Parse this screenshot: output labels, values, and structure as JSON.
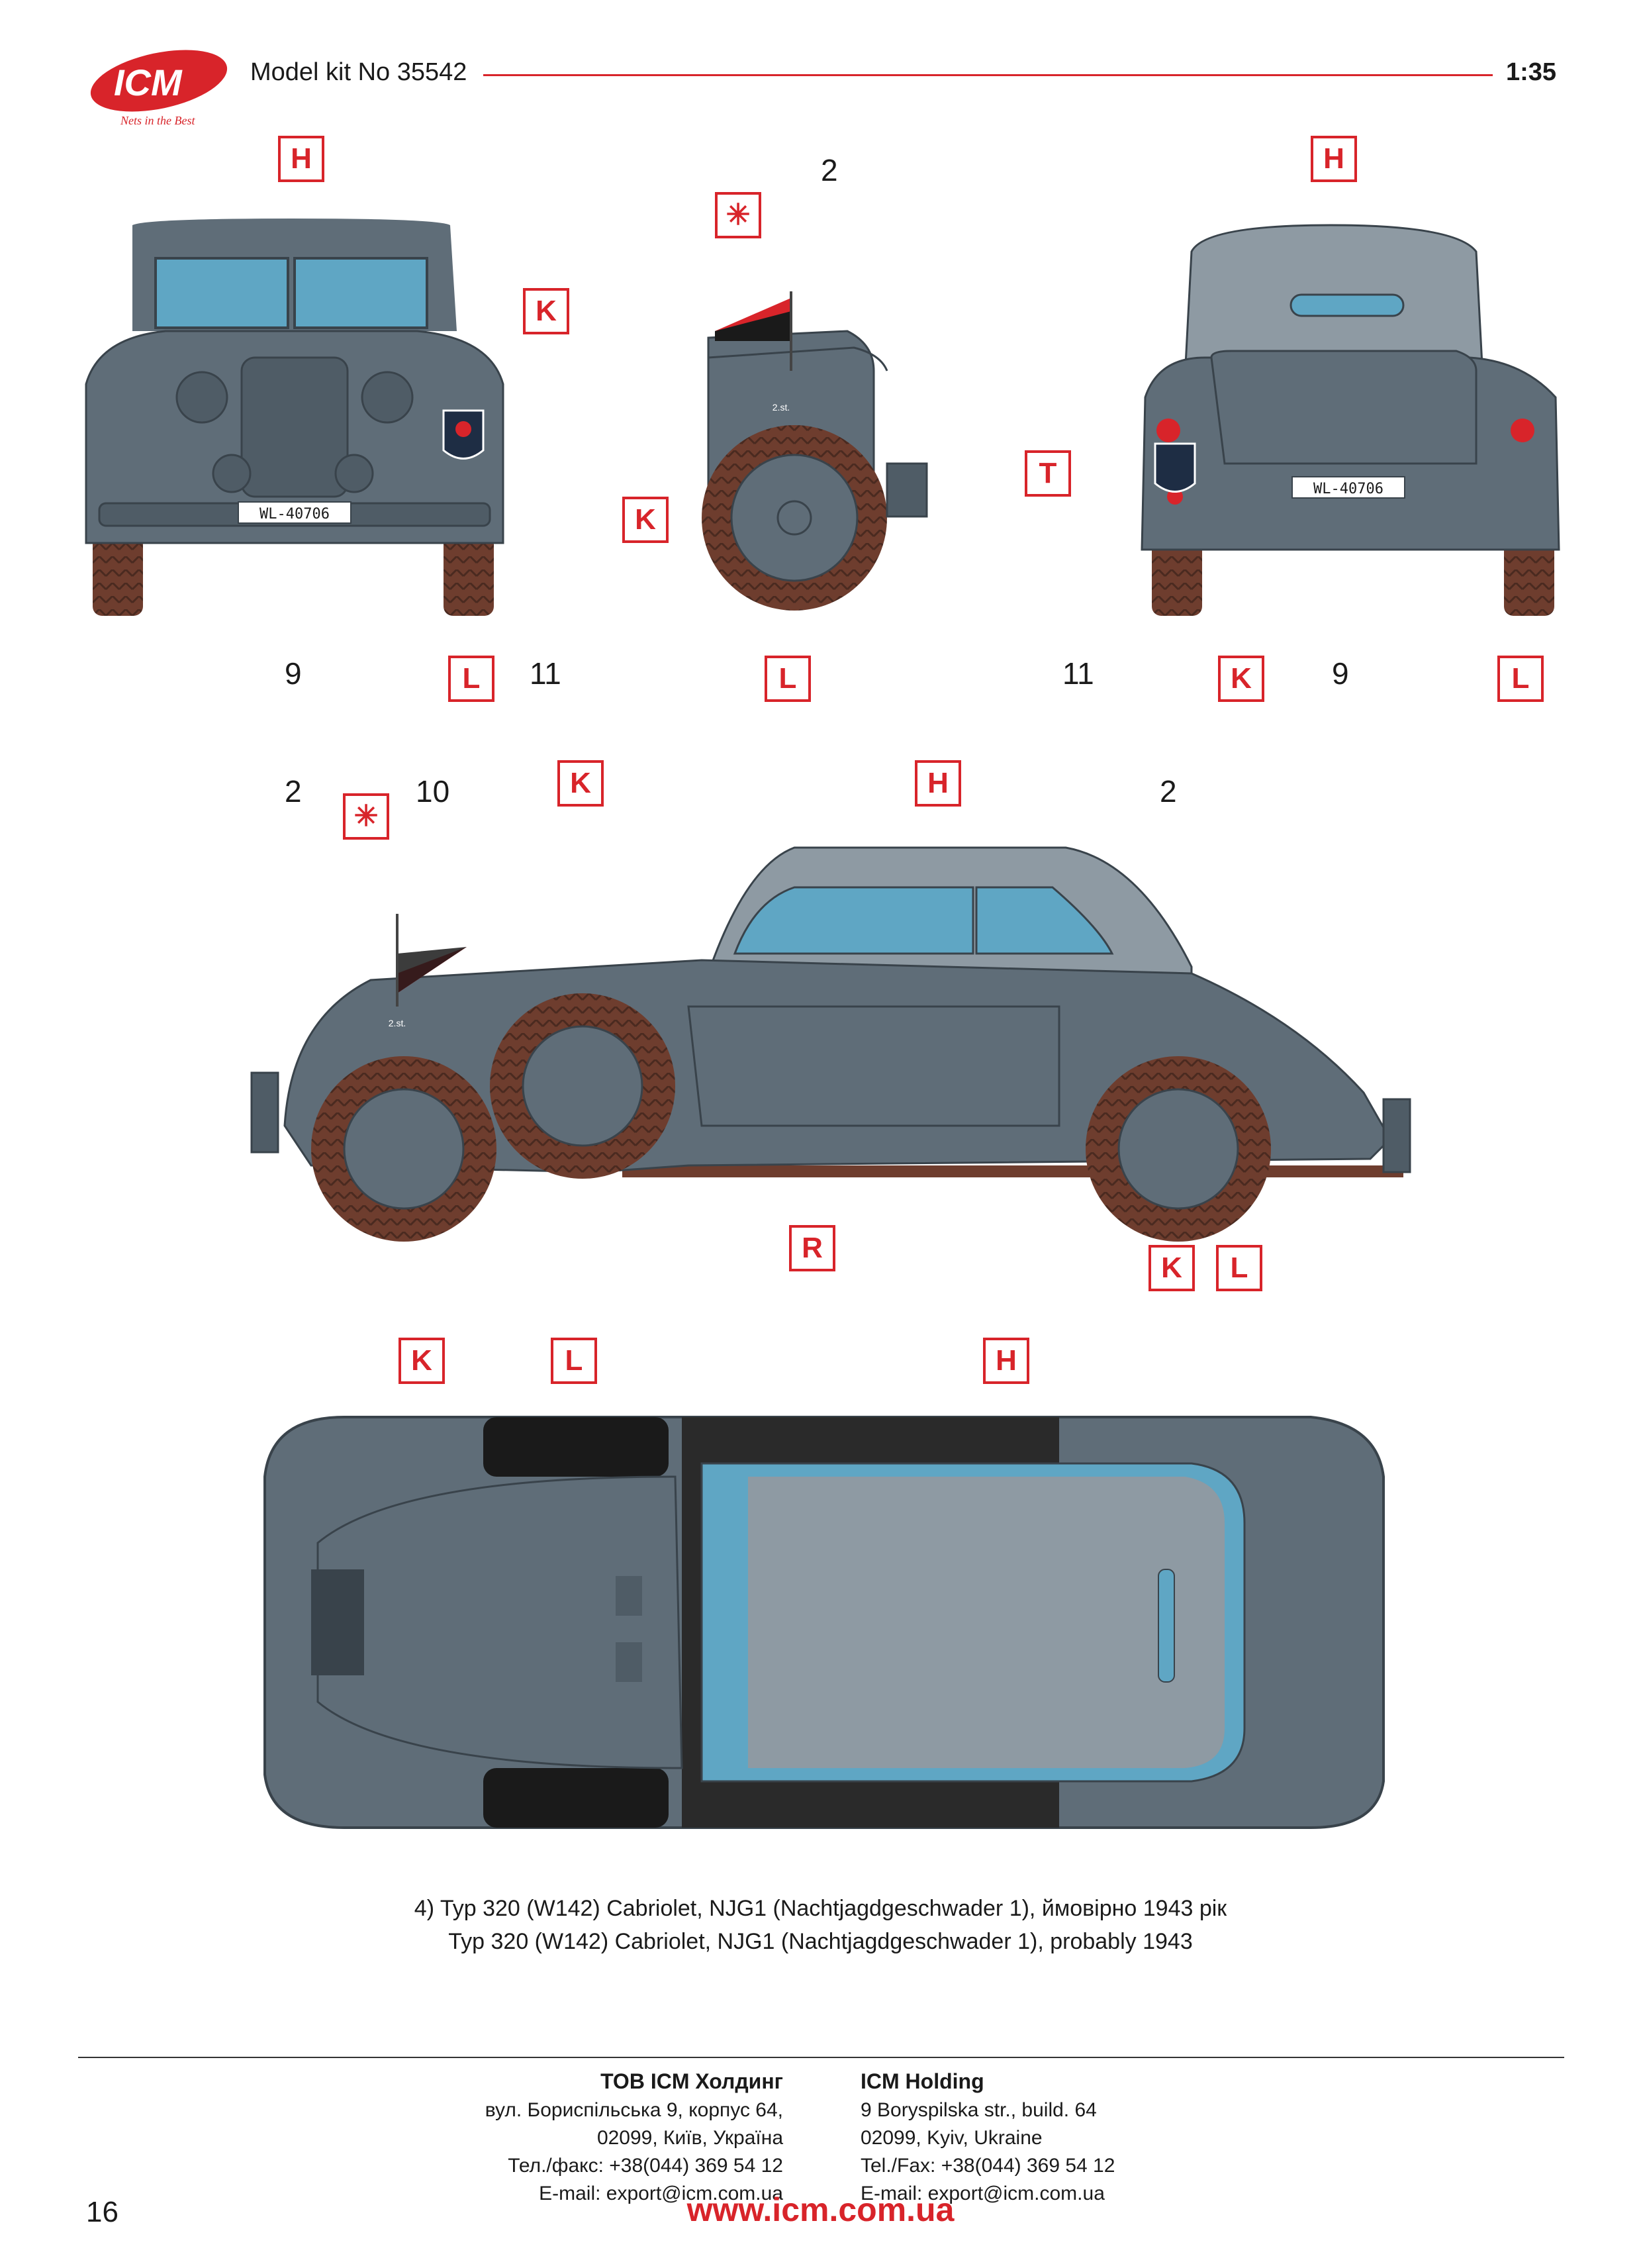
{
  "header": {
    "logo_text": "ICM",
    "logo_tagline": "Nets in the Best",
    "kit_title": "Model kit No 35542",
    "scale": "1:35"
  },
  "views": {
    "front": {
      "tags": [
        "H",
        "K",
        "L"
      ],
      "numbers": [
        "9",
        "11"
      ],
      "plate": "WL-40706"
    },
    "side_small": {
      "tags": [
        "✳",
        "K",
        "L"
      ],
      "numbers": [
        "2"
      ],
      "fender_text": "2.st."
    },
    "rear": {
      "tags": [
        "H",
        "T",
        "K",
        "L"
      ],
      "numbers": [
        "11",
        "9"
      ],
      "plate": "WL-40706"
    },
    "side": {
      "tags": [
        "✳",
        "K",
        "H",
        "R",
        "K",
        "L"
      ],
      "numbers": [
        "2",
        "10",
        "2"
      ],
      "fender_text": "2.st."
    },
    "top": {
      "tags": [
        "K",
        "L",
        "H"
      ]
    }
  },
  "captions": {
    "ua": "4) Typ 320 (W142) Cabriolet, NJG1 (Nachtjagdgeschwader 1), ймовірно 1943 рік",
    "en": "Typ 320 (W142) Cabriolet, NJG1 (Nachtjagdgeschwader 1), probably 1943"
  },
  "footer": {
    "ua": {
      "company": "ТОВ ICM Холдинг",
      "address1": "вул. Бориспільська 9, корпус 64,",
      "address2": "02099, Київ, Україна",
      "phone": "Тел./факс: +38(044) 369 54 12",
      "email": "E-mail: export@icm.com.ua"
    },
    "en": {
      "company": "ICM Holding",
      "address1": "9 Boryspilska str., build. 64",
      "address2": "02099, Kyiv, Ukraine",
      "phone": "Tel./Fax: +38(044) 369 54 12",
      "email": "E-mail: export@icm.com.ua"
    },
    "page_number": "16",
    "website": "www.icm.com.ua"
  },
  "colors": {
    "accent_red": "#d8242a",
    "body_grey": "#5f6d78",
    "roof_grey": "#8e9aa3",
    "glass_blue": "#5fa6c4",
    "tire_brown": "#6e3d2e"
  }
}
